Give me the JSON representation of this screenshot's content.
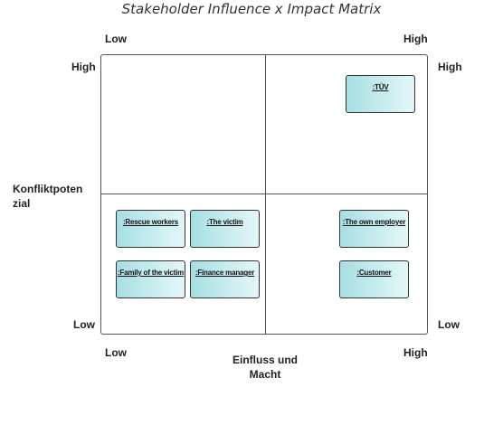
{
  "title": "Stakeholder Influence x Impact Matrix",
  "top_axis": {
    "left": "Low",
    "right": "High"
  },
  "bottom_axis": {
    "left": "Low",
    "right": "High",
    "title_line1": "Einfluss und",
    "title_line2": "Macht"
  },
  "left_axis": {
    "top": "High",
    "bottom": "Low",
    "title_line1": "Konfliktpoten",
    "title_line2": "zial"
  },
  "right_axis": {
    "top": "High",
    "bottom": "Low"
  },
  "stakeholders": [
    {
      "label": ":TÜV",
      "quadrant": "top-right"
    },
    {
      "label": ":Rescue workers",
      "quadrant": "bottom-left"
    },
    {
      "label": ":The victim",
      "quadrant": "bottom-left"
    },
    {
      "label": ":Family of the victim",
      "quadrant": "bottom-left"
    },
    {
      "label": ":Finance manager",
      "quadrant": "bottom-left"
    },
    {
      "label": ":The own employer",
      "quadrant": "bottom-right"
    },
    {
      "label": ":Customer",
      "quadrant": "bottom-right"
    }
  ],
  "colors": {
    "node_fill": "#a6dfe3",
    "node_border": "#333333",
    "grid_line": "#555555"
  }
}
